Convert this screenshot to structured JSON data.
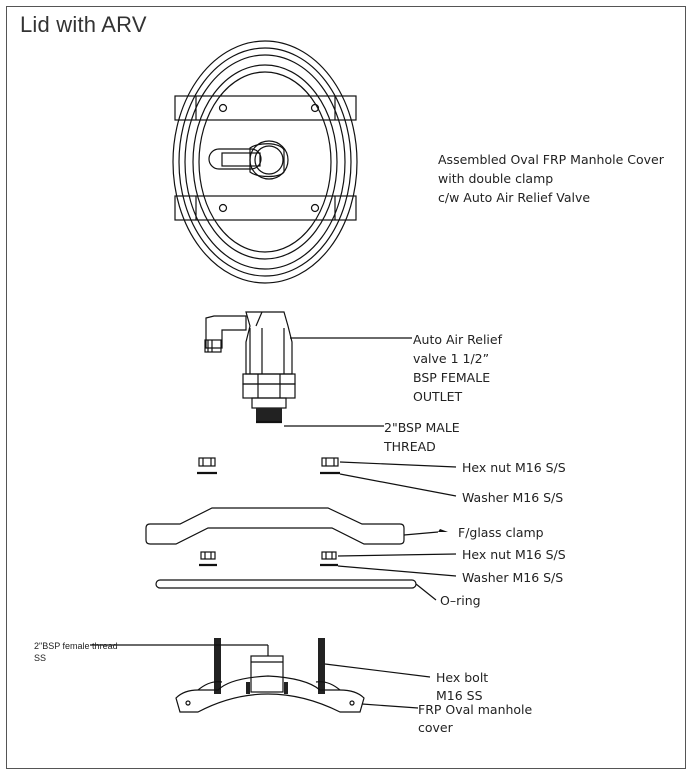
{
  "title": "Lid with ARV",
  "labels": {
    "assembly_line1": "Assembled Oval FRP Manhole Cover",
    "assembly_line2": "with double clamp",
    "assembly_line3": "c/w Auto Air Relief Valve",
    "arv_line1": "Auto Air Relief",
    "arv_line2": "valve 1 1/2”",
    "arv_line3": "BSP FEMALE",
    "arv_line4": "OUTLET",
    "thread_line1": "2\"BSP MALE",
    "thread_line2": "THREAD",
    "hex_nut_top": "Hex nut M16 S/S",
    "washer_top": "Washer M16 S/S",
    "clamp": "F/glass clamp",
    "hex_nut_bottom": "Hex nut M16 S/S",
    "washer_bottom": "Washer M16 S/S",
    "oring": "O–ring",
    "female_thread_line1": "2\"BSP female thread",
    "female_thread_line2": "SS",
    "bolt_line1": "Hex   bolt",
    "bolt_line2": "M16  SS",
    "cover_line1": "FRP  Oval  manhole",
    "cover_line2": "cover"
  }
}
